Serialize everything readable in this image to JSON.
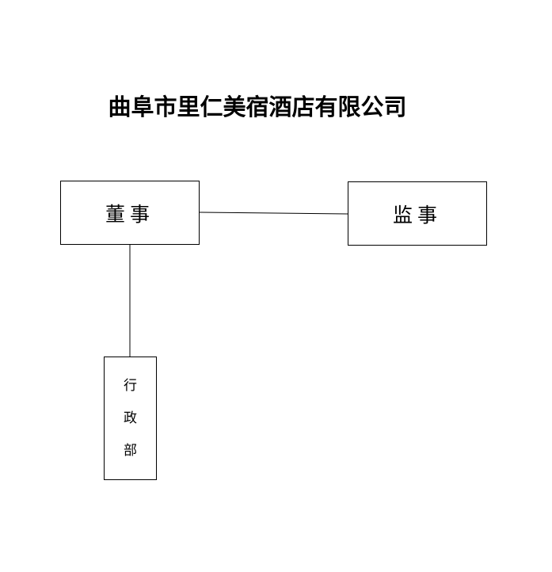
{
  "title": "曲阜市里仁美宿酒店有限公司",
  "nodes": {
    "board": {
      "label": "董事"
    },
    "supervisor": {
      "label": "监事"
    },
    "admin": {
      "label": "行政部"
    }
  },
  "edges": [
    {
      "from": "board",
      "to": "supervisor"
    },
    {
      "from": "board",
      "to": "admin"
    }
  ]
}
